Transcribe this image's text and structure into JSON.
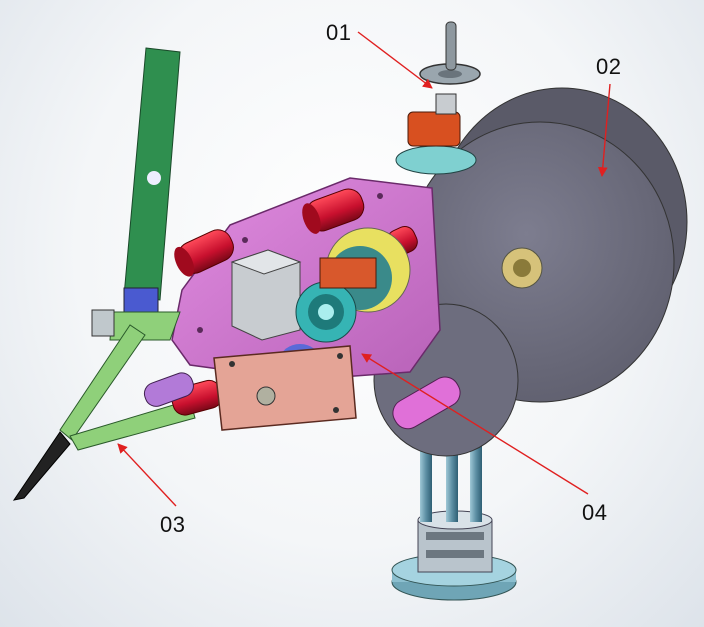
{
  "callouts": {
    "c01": "01",
    "c02": "02",
    "c03": "03",
    "c04": "04"
  },
  "colors": {
    "arrow": "#e02020",
    "plate": "#d67ad6",
    "disk": "#6e6e80",
    "arm": "#2f8f4f",
    "lightArm": "#8fd07a",
    "rollerRed": "#c8102e",
    "rollerPurple": "#b27ad8",
    "base": "#7fb8c8",
    "bracket": "#e0a090",
    "motor": "#c8ccd0",
    "knob": "#d85020"
  },
  "icons": [
    "handwheel-icon",
    "motor-icon",
    "roller-icon",
    "disk-icon",
    "cutter-blade-icon"
  ]
}
